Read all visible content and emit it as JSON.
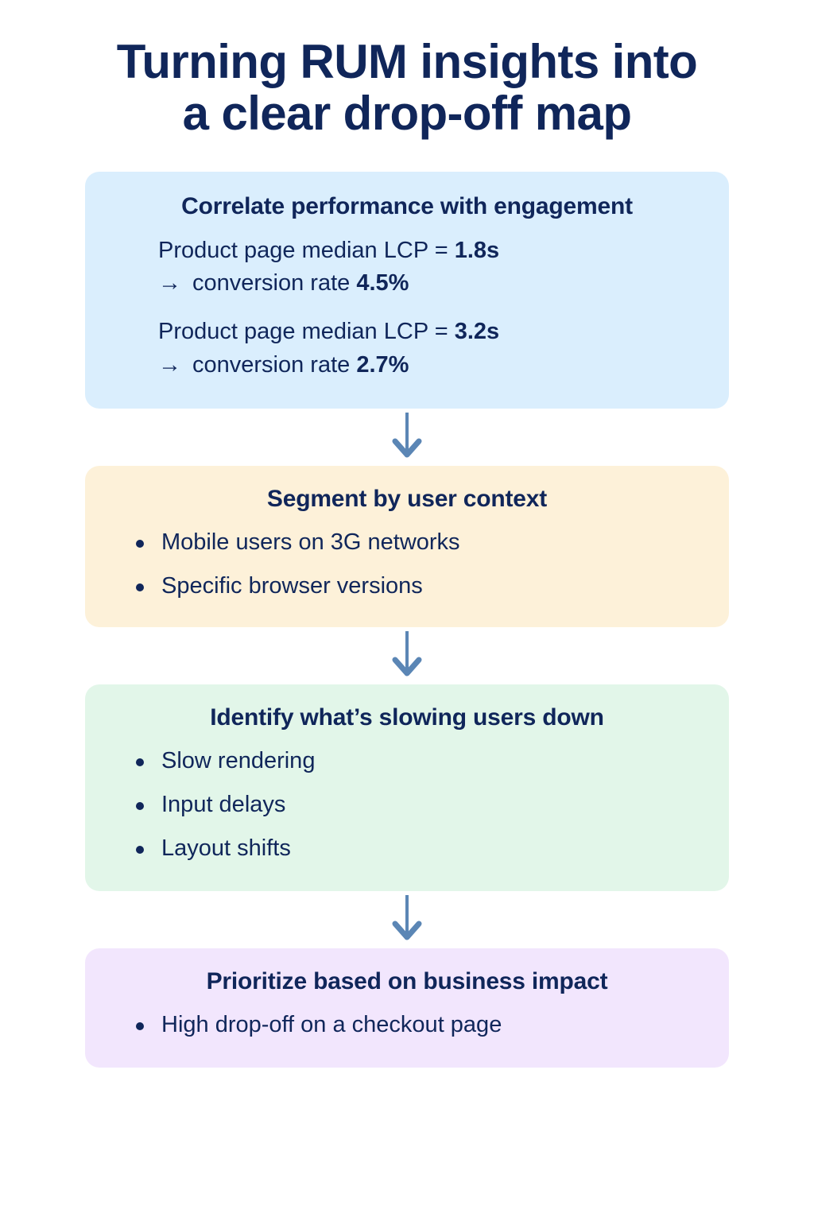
{
  "title": {
    "line1": "Turning RUM insights into",
    "line2": "a clear drop-off map"
  },
  "colors": {
    "text_navy": "#10265a",
    "card_blue": "#daeefd",
    "card_cream": "#fdf1d9",
    "card_mint": "#e2f6e9",
    "card_lilac": "#f2e6fd",
    "arrow": "#5b86b5",
    "page_background": "#ffffff"
  },
  "arrow_glyph": "→",
  "steps": [
    {
      "id": "correlate",
      "heading": "Correlate performance with engagement",
      "stats": [
        {
          "measure_prefix": "Product page median LCP = ",
          "measure_value": "1.8s",
          "result_prefix": "conversion rate ",
          "result_value": "4.5%"
        },
        {
          "measure_prefix": "Product page median LCP = ",
          "measure_value": "3.2s",
          "result_prefix": "conversion rate ",
          "result_value": "2.7%"
        }
      ]
    },
    {
      "id": "segment",
      "heading": "Segment by user context",
      "bullets": [
        "Mobile users on 3G networks",
        "Specific browser versions"
      ]
    },
    {
      "id": "identify",
      "heading": "Identify what’s slowing users down",
      "bullets": [
        "Slow rendering",
        "Input delays",
        "Layout shifts"
      ]
    },
    {
      "id": "prioritize",
      "heading": "Prioritize based on business impact",
      "bullets": [
        "High drop-off on a checkout page"
      ]
    }
  ]
}
